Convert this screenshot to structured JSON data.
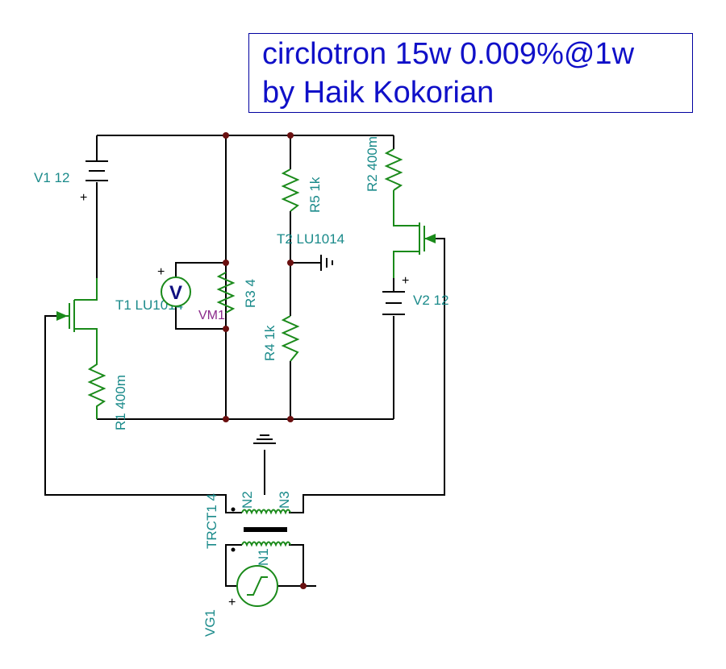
{
  "title": {
    "line1": "circlotron 15w 0.009%@1w",
    "line2": "by Haik Kokorian"
  },
  "labels": {
    "v1": "V1 12",
    "v2": "V2 12",
    "r1": "R1 400m",
    "r2": "R2 400m",
    "r3": "R3 4",
    "r4": "R4 1k",
    "r5": "R5 1k",
    "t1": "T1 LU1014",
    "t2": "T2 LU1014",
    "vm1": "VM1",
    "voltmeter_symbol": "V",
    "trct": "TRCT1 4",
    "n1": "N1",
    "n2": "N2",
    "n3": "N3",
    "vg1": "VG1",
    "plus": "+"
  },
  "colors": {
    "wire": "#000000",
    "component": "#1a8a1a",
    "label": "#1a8a8a",
    "meter_label": "#8a2a8a",
    "title_text": "#1010c8",
    "title_border": "#0000a0",
    "junction": "#6a1010"
  }
}
